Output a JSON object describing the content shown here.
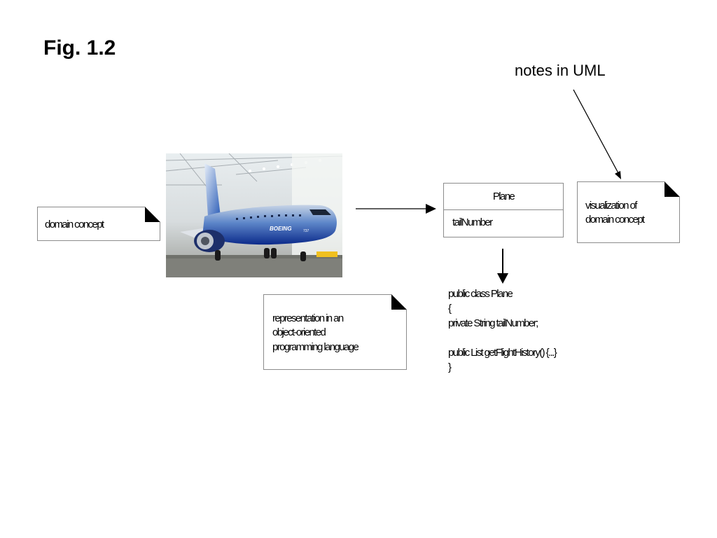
{
  "figure": {
    "title": "Fig. 1.2"
  },
  "annotation": {
    "notes_label": "notes in UML"
  },
  "notes": {
    "domain_concept": {
      "lines": [
        "domain concept"
      ]
    },
    "visualization": {
      "lines": [
        "visualization of",
        "domain concept"
      ]
    },
    "representation": {
      "lines": [
        "representation in an",
        "object-oriented",
        "programming language"
      ]
    }
  },
  "uml_class": {
    "name": "Plane",
    "attribute": "tailNumber"
  },
  "code": {
    "lines": [
      "public class Plane",
      "{",
      "private String tailNumber;",
      "",
      "public List getFlightHistory() {...}",
      "}"
    ]
  },
  "photo": {
    "subject": "airplane-photo",
    "livery_text": "BOEING",
    "tail_text": "737"
  }
}
